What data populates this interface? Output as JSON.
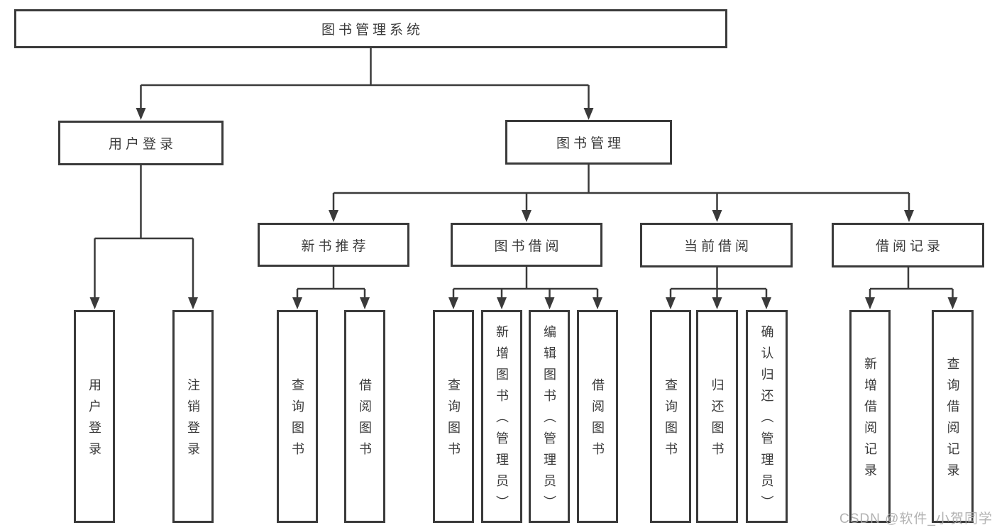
{
  "root": {
    "label": "图书管理系统"
  },
  "branches": [
    {
      "label": "用户登录",
      "children": [
        {
          "label": "用户登录"
        },
        {
          "label": "注销登录"
        }
      ]
    },
    {
      "label": "图书管理",
      "groups": [
        {
          "label": "新书推荐",
          "children": [
            {
              "label": "查询图书"
            },
            {
              "label": "借阅图书"
            }
          ]
        },
        {
          "label": "图书借阅",
          "children": [
            {
              "label": "查询图书"
            },
            {
              "label": "新增图书（管理员）"
            },
            {
              "label": "编辑图书（管理员）"
            },
            {
              "label": "借阅图书"
            }
          ]
        },
        {
          "label": "当前借阅",
          "children": [
            {
              "label": "查询图书"
            },
            {
              "label": "归还图书"
            },
            {
              "label": "确认归还（管理员）"
            }
          ]
        },
        {
          "label": "借阅记录",
          "children": [
            {
              "label": "新增借阅记录"
            },
            {
              "label": "查询借阅记录"
            }
          ]
        }
      ]
    }
  ],
  "watermark": {
    "text": "CSDN @软件_小贺同学"
  },
  "colors": {
    "line": "#3a3a3a",
    "box_border": "#3a3a3a",
    "text": "#3a3a3a",
    "watermark": "#aaaaaa",
    "background": "#ffffff"
  }
}
